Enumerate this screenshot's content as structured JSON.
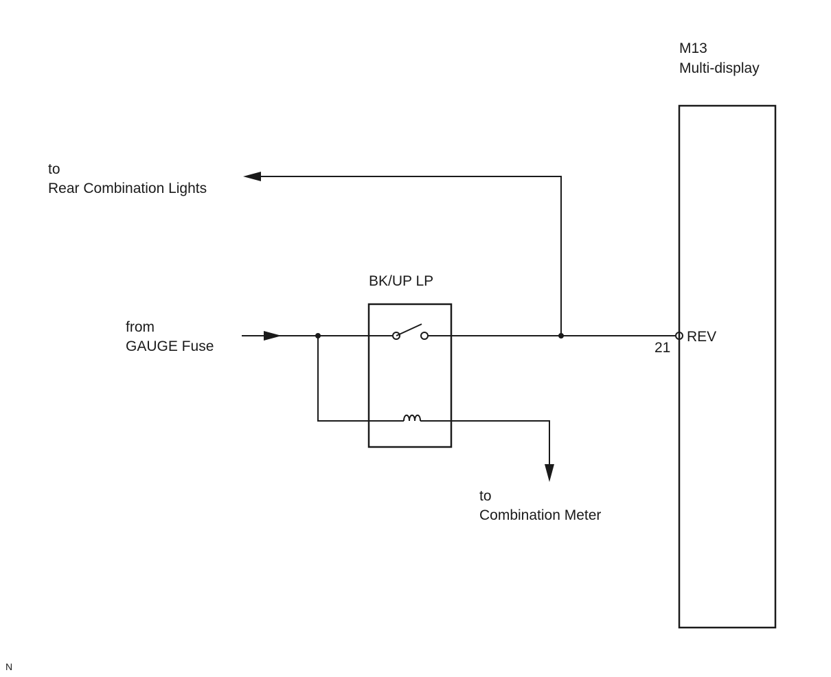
{
  "labels": {
    "rear_lights_prefix": "to",
    "rear_lights_name": "Rear Combination Lights",
    "gauge_prefix": "from",
    "gauge_name": "GAUGE Fuse",
    "relay_name": "BK/UP LP",
    "meter_prefix": "to",
    "meter_name": "Combination Meter",
    "connector_id": "M13",
    "connector_name": "Multi-display",
    "pin_number": "21",
    "pin_name": "REV",
    "corner_mark": "N"
  }
}
